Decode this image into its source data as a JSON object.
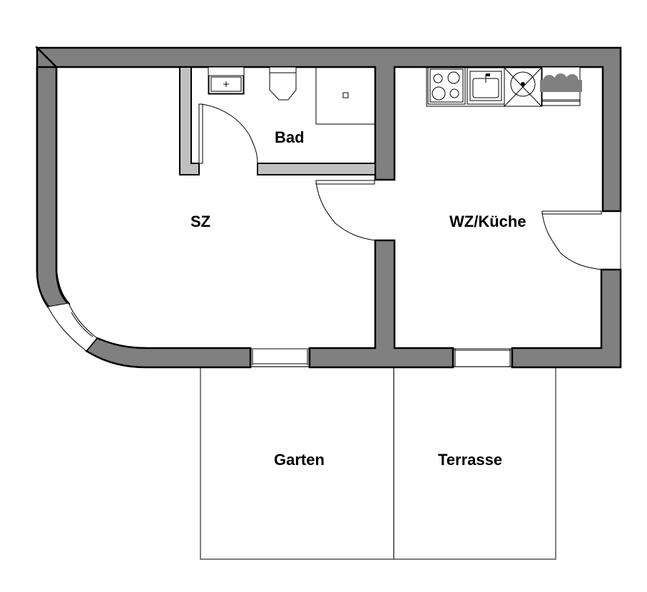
{
  "plan": {
    "type": "floor-plan",
    "rooms": [
      {
        "id": "sz",
        "label": "SZ"
      },
      {
        "id": "bad",
        "label": "Bad"
      },
      {
        "id": "wz-kueche",
        "label": "WZ/Küche"
      },
      {
        "id": "garten",
        "label": "Garten"
      },
      {
        "id": "terrasse",
        "label": "Terrasse"
      }
    ],
    "fixtures": {
      "bathroom": [
        "washbasin",
        "toilet",
        "shower"
      ],
      "kitchen": [
        "cooktop",
        "sink",
        "dishwasher",
        "plants"
      ]
    },
    "colors": {
      "exterior_wall": "#808080",
      "interior_wall": "#c0c0c0",
      "outline": "#000000",
      "background": "#ffffff"
    }
  }
}
